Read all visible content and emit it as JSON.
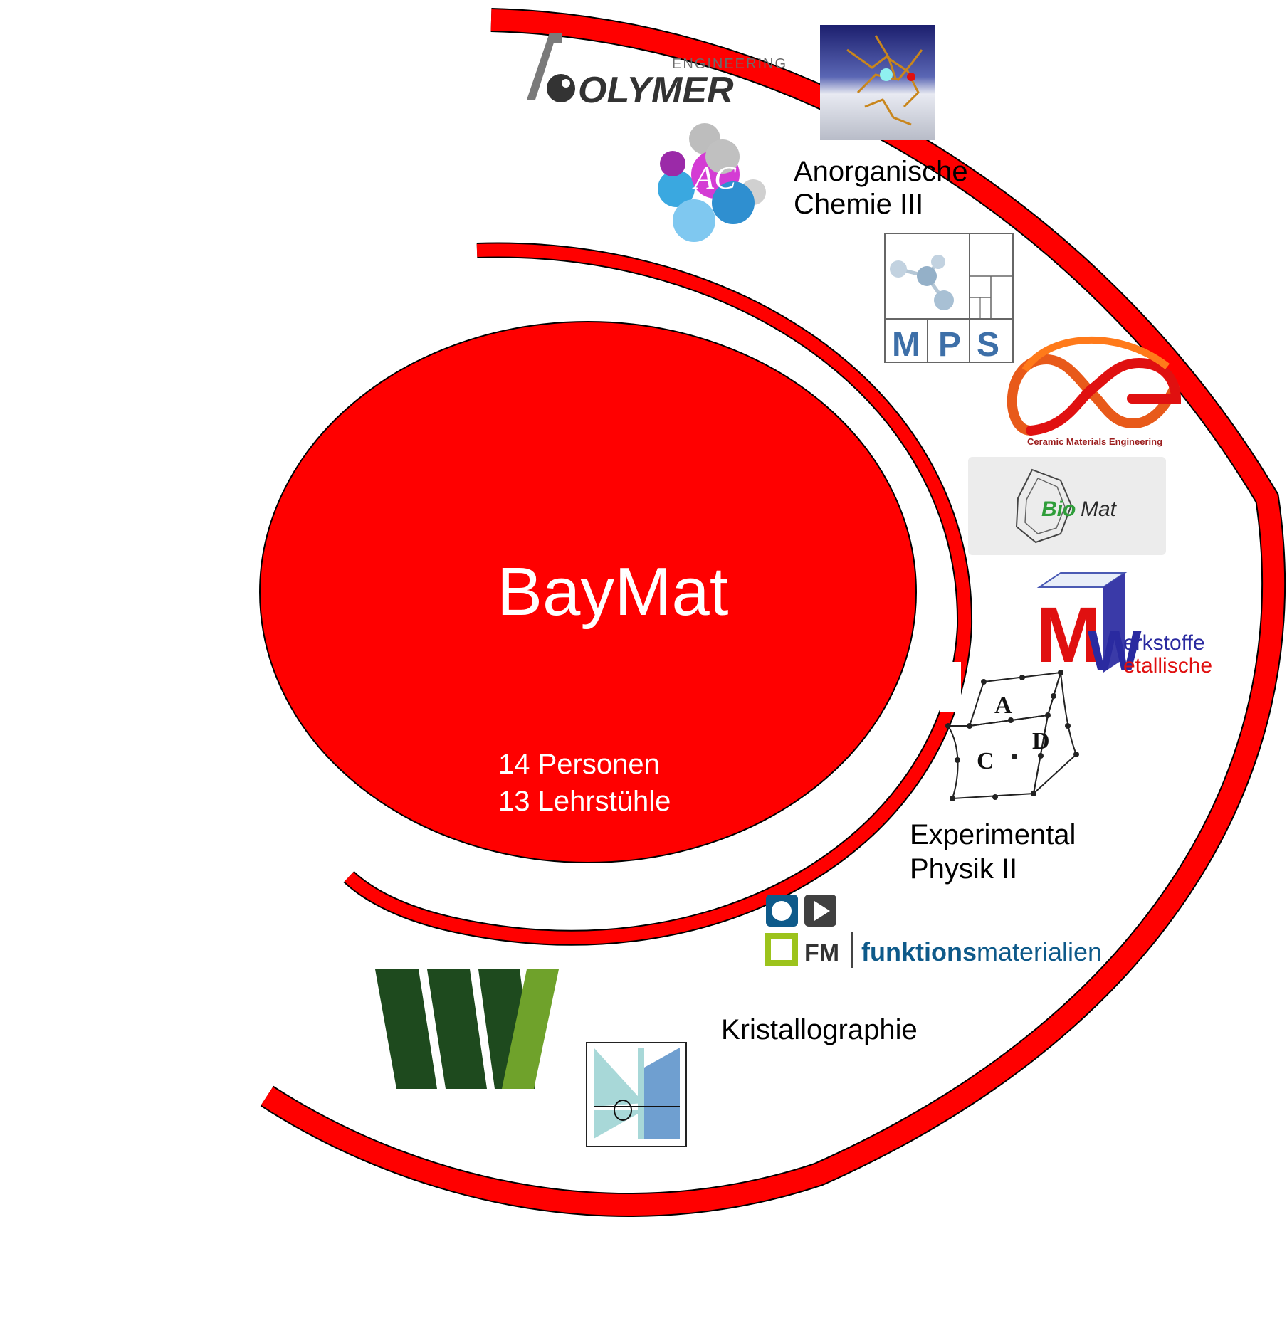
{
  "center": {
    "title": "BayMat",
    "line1": "14 Personen",
    "line2": "13 Lehrstühle",
    "color": "#ff0000"
  },
  "labels": {
    "inorganic_line1": "Anorganische",
    "inorganic_line2": "Chemie III",
    "physics_line1": "Experimental",
    "physics_line2": "Physik II",
    "crystallography": "Kristallographie"
  },
  "logos": {
    "polymer_top": "ENGINEERING",
    "polymer_main": "OLYMER",
    "mps": [
      "M",
      "P",
      "S"
    ],
    "cme_caption": "Ceramic Materials Engineering",
    "biomat_bio": "Bio",
    "biomat_mat": "Mat",
    "mw_line1": "erkstoffe",
    "mw_line2": "etallische",
    "acd_letters": [
      "A",
      "C",
      "D"
    ],
    "fm_abbr": "FM",
    "fm_bold": "funktions",
    "fm_light": "materialien"
  },
  "colors": {
    "accent": "#ff0000",
    "outline": "#000000",
    "dark_green": "#1e4a1e",
    "light_green": "#6fa22b",
    "mps_blue": "#3d6fa8",
    "fm_blue": "#0e5a8a",
    "fm_green": "#9cc31c"
  }
}
